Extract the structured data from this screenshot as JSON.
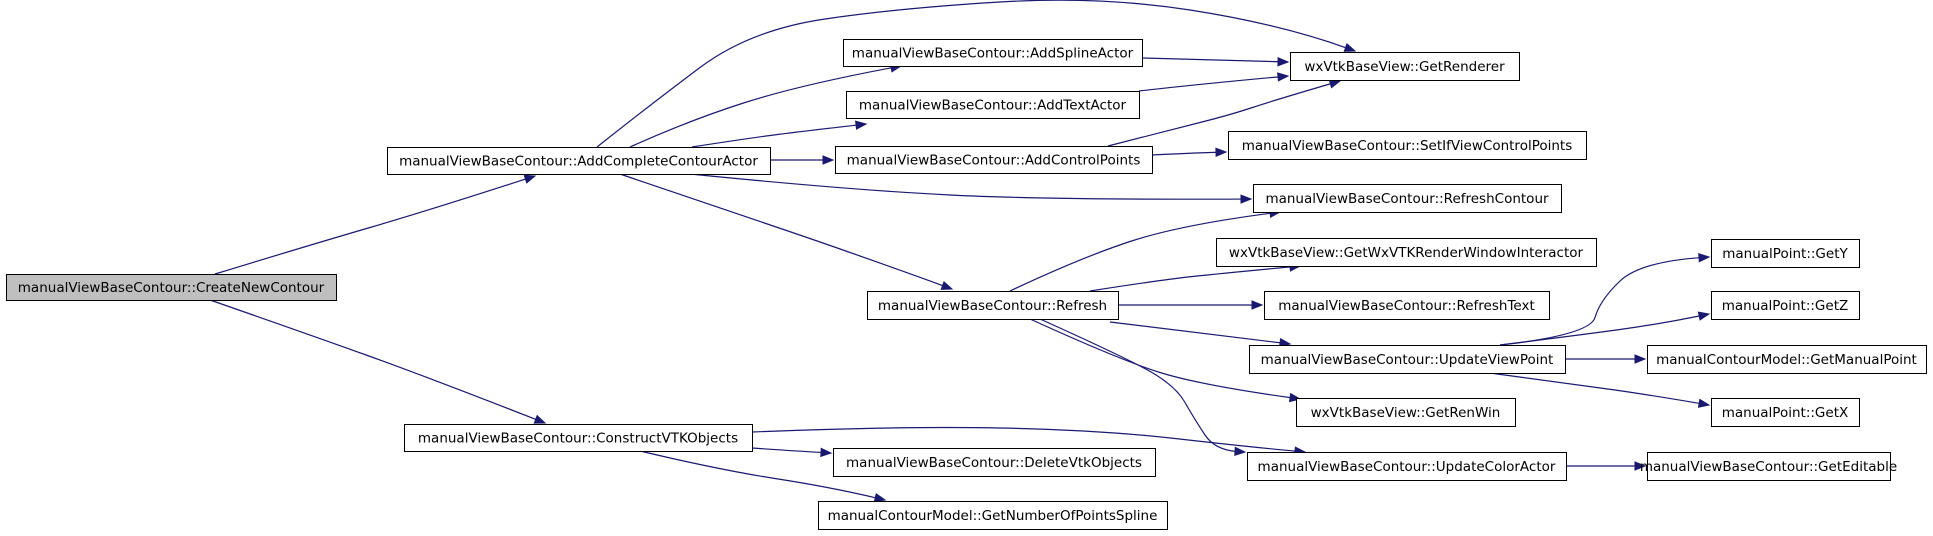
{
  "diagram": {
    "type": "call-graph",
    "colors": {
      "edge": "#191970",
      "root_fill": "#bfbfbf",
      "node_fill": "#ffffff",
      "node_border": "#000000"
    },
    "nodes": [
      {
        "id": "createNewContour",
        "label": "manualViewBaseContour::CreateNewContour",
        "root": true
      },
      {
        "id": "addCompleteContourActor",
        "label": "manualViewBaseContour::AddCompleteContourActor"
      },
      {
        "id": "constructVTKObjects",
        "label": "manualViewBaseContour::ConstructVTKObjects"
      },
      {
        "id": "addSplineActor",
        "label": "manualViewBaseContour::AddSplineActor"
      },
      {
        "id": "addTextActor",
        "label": "manualViewBaseContour::AddTextActor"
      },
      {
        "id": "addControlPoints",
        "label": "manualViewBaseContour::AddControlPoints"
      },
      {
        "id": "refresh",
        "label": "manualViewBaseContour::Refresh"
      },
      {
        "id": "deleteVtkObjects",
        "label": "manualViewBaseContour::DeleteVtkObjects"
      },
      {
        "id": "getNumberOfPointsSpline",
        "label": "manualContourModel::GetNumberOfPointsSpline"
      },
      {
        "id": "getRenderer",
        "label": "wxVtkBaseView::GetRenderer"
      },
      {
        "id": "setIfViewControlPoints",
        "label": "manualViewBaseContour::SetIfViewControlPoints"
      },
      {
        "id": "refreshContour",
        "label": "manualViewBaseContour::RefreshContour"
      },
      {
        "id": "getWxVTKRenderWindowInteractor",
        "label": "wxVtkBaseView::GetWxVTKRenderWindowInteractor"
      },
      {
        "id": "refreshText",
        "label": "manualViewBaseContour::RefreshText"
      },
      {
        "id": "updateViewPoint",
        "label": "manualViewBaseContour::UpdateViewPoint"
      },
      {
        "id": "getRenWin",
        "label": "wxVtkBaseView::GetRenWin"
      },
      {
        "id": "updateColorActor",
        "label": "manualViewBaseContour::UpdateColorActor"
      },
      {
        "id": "getY",
        "label": "manualPoint::GetY"
      },
      {
        "id": "getZ",
        "label": "manualPoint::GetZ"
      },
      {
        "id": "getManualPoint",
        "label": "manualContourModel::GetManualPoint"
      },
      {
        "id": "getX",
        "label": "manualPoint::GetX"
      },
      {
        "id": "getEditable",
        "label": "manualViewBaseContour::GetEditable"
      }
    ],
    "edges": [
      {
        "from": "createNewContour",
        "to": "addCompleteContourActor"
      },
      {
        "from": "createNewContour",
        "to": "constructVTKObjects"
      },
      {
        "from": "addCompleteContourActor",
        "to": "getRenderer"
      },
      {
        "from": "addCompleteContourActor",
        "to": "addSplineActor"
      },
      {
        "from": "addCompleteContourActor",
        "to": "addTextActor"
      },
      {
        "from": "addCompleteContourActor",
        "to": "addControlPoints"
      },
      {
        "from": "addCompleteContourActor",
        "to": "refreshContour"
      },
      {
        "from": "addCompleteContourActor",
        "to": "refresh"
      },
      {
        "from": "addSplineActor",
        "to": "getRenderer"
      },
      {
        "from": "addTextActor",
        "to": "getRenderer"
      },
      {
        "from": "addControlPoints",
        "to": "getRenderer"
      },
      {
        "from": "addControlPoints",
        "to": "setIfViewControlPoints"
      },
      {
        "from": "refresh",
        "to": "refreshContour"
      },
      {
        "from": "refresh",
        "to": "getWxVTKRenderWindowInteractor"
      },
      {
        "from": "refresh",
        "to": "refreshText"
      },
      {
        "from": "refresh",
        "to": "updateViewPoint"
      },
      {
        "from": "refresh",
        "to": "getRenWin"
      },
      {
        "from": "refresh",
        "to": "updateColorActor"
      },
      {
        "from": "updateViewPoint",
        "to": "getY"
      },
      {
        "from": "updateViewPoint",
        "to": "getZ"
      },
      {
        "from": "updateViewPoint",
        "to": "getManualPoint"
      },
      {
        "from": "updateViewPoint",
        "to": "getX"
      },
      {
        "from": "updateColorActor",
        "to": "getEditable"
      },
      {
        "from": "constructVTKObjects",
        "to": "updateColorActor"
      },
      {
        "from": "constructVTKObjects",
        "to": "deleteVtkObjects"
      },
      {
        "from": "constructVTKObjects",
        "to": "getNumberOfPointsSpline"
      }
    ]
  }
}
